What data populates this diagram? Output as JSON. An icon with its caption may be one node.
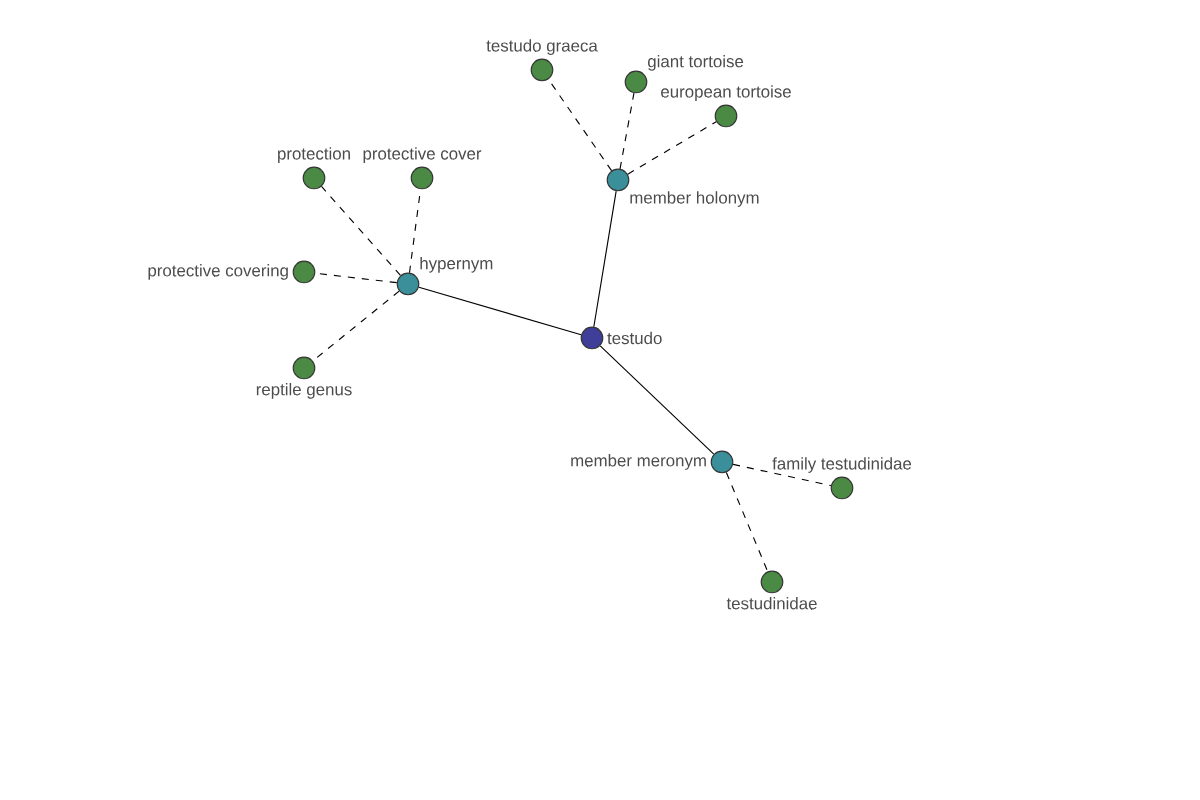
{
  "diagram": {
    "nodes": [
      {
        "text": [
          "testudo"
        ]
      },
      {
        "text": [
          "hypernym"
        ]
      },
      {
        "text": [
          "member holonym"
        ]
      },
      {
        "text": [
          "member meronym"
        ]
      },
      {
        "text": [
          "testudo graeca"
        ]
      },
      {
        "text": [
          "giant tortoise"
        ]
      },
      {
        "text": [
          "european tortoise"
        ]
      },
      {
        "text": [
          "protection"
        ]
      },
      {
        "text": [
          "protective cover"
        ]
      },
      {
        "text": [
          "protective covering"
        ]
      },
      {
        "text": [
          "reptile genus"
        ]
      },
      {
        "text": [
          "family testudinidae"
        ]
      },
      {
        "text": [
          "testudinidae"
        ]
      }
    ],
    "edges": [
      {
        "from": 0,
        "to": 1,
        "arrow": "none"
      },
      {
        "from": 0,
        "to": 2,
        "arrow": "none"
      },
      {
        "from": 0,
        "to": 3,
        "arrow": "none"
      },
      {
        "from": 2,
        "to": 4,
        "arrow": "none",
        "style": "dashed"
      },
      {
        "from": 2,
        "to": 5,
        "arrow": "none",
        "style": "dashed"
      },
      {
        "from": 2,
        "to": 6,
        "arrow": "none",
        "style": "dashed"
      },
      {
        "from": 1,
        "to": 7,
        "arrow": "none",
        "style": "dashed"
      },
      {
        "from": 1,
        "to": 8,
        "arrow": "none",
        "style": "dashed"
      },
      {
        "from": 1,
        "to": 9,
        "arrow": "none",
        "style": "dashed"
      },
      {
        "from": 1,
        "to": 10,
        "arrow": "none",
        "style": "dashed"
      },
      {
        "from": 3,
        "to": 11,
        "arrow": "none",
        "style": "dashed"
      },
      {
        "from": 3,
        "to": 12,
        "arrow": "none",
        "style": "dashed"
      }
    ]
  }
}
